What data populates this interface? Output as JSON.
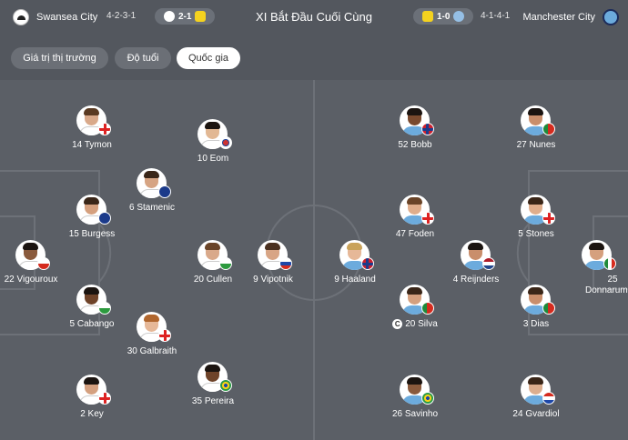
{
  "header": {
    "title": "XI Bắt Đầu Cuối Cùng",
    "home": {
      "name": "Swansea City",
      "formation": "4-2-3-1",
      "last_result": "2-1"
    },
    "away": {
      "name": "Manchester City",
      "formation": "4-1-4-1",
      "last_result": "1-0"
    }
  },
  "tabs": [
    "Giá trị thị trường",
    "Độ tuổi",
    "Quốc gia"
  ],
  "active_tab": "Quốc gia",
  "home_players": [
    {
      "label": "14 Tymon",
      "flag": "england",
      "skin": "#d9a98a",
      "hair": "#5a3a22"
    },
    {
      "label": "10 Eom",
      "flag": "korea",
      "skin": "#e2b894",
      "hair": "#1b1410"
    },
    {
      "label": "6 Stamenic",
      "flag": "new-zealand",
      "skin": "#d6a483",
      "hair": "#3a2618"
    },
    {
      "label": "15 Burgess",
      "flag": "australia",
      "skin": "#d5a07e",
      "hair": "#3a2618"
    },
    {
      "label": "22 Vigouroux",
      "flag": "chile",
      "skin": "#8a5a3c",
      "hair": "#1b1410"
    },
    {
      "label": "20 Cullen",
      "flag": "wales",
      "skin": "#d9a98a",
      "hair": "#6a4428"
    },
    {
      "label": "9 Vipotnik",
      "flag": "slovenia",
      "skin": "#d8a585",
      "hair": "#4a3020"
    },
    {
      "label": "5 Cabango",
      "flag": "wales",
      "skin": "#6e4329",
      "hair": "#1b1410"
    },
    {
      "label": "30 Galbraith",
      "flag": "northern-ireland",
      "skin": "#e6b898",
      "hair": "#b0662e"
    },
    {
      "label": "2 Key",
      "flag": "england",
      "skin": "#d4a07f",
      "hair": "#1b1410"
    },
    {
      "label": "35 Pereira",
      "flag": "brazil",
      "skin": "#6e4329",
      "hair": "#1b1410"
    }
  ],
  "away_players": [
    {
      "label": "52 Bobb",
      "flag": "norway",
      "skin": "#7a4a2e",
      "hair": "#1b1410",
      "captain": false
    },
    {
      "label": "27 Nunes",
      "flag": "portugal",
      "skin": "#c98e6b",
      "hair": "#1b1410",
      "captain": false
    },
    {
      "label": "47 Foden",
      "flag": "england",
      "skin": "#e0ae8c",
      "hair": "#6a4428",
      "captain": false
    },
    {
      "label": "5 Stones",
      "flag": "england",
      "skin": "#e0ae8c",
      "hair": "#3a2618",
      "captain": false
    },
    {
      "label": "25 Donnarumma",
      "flag": "italy",
      "skin": "#d5a07e",
      "hair": "#1b1410",
      "captain": false
    },
    {
      "label": "9 Haaland",
      "flag": "norway",
      "skin": "#e6b898",
      "hair": "#c9a25a",
      "captain": false
    },
    {
      "label": "4 Reijnders",
      "flag": "netherlands",
      "skin": "#c98e6b",
      "hair": "#1b1410",
      "captain": false
    },
    {
      "label": "20 Silva",
      "flag": "portugal",
      "skin": "#d5a07e",
      "hair": "#3a2618",
      "captain": true
    },
    {
      "label": "3 Dias",
      "flag": "portugal",
      "skin": "#c98e6b",
      "hair": "#3a2618",
      "captain": false
    },
    {
      "label": "26 Savinho",
      "flag": "brazil",
      "skin": "#8a5a3c",
      "hair": "#1b1410",
      "captain": false
    },
    {
      "label": "24 Gvardiol",
      "flag": "croatia",
      "skin": "#dcae8e",
      "hair": "#3a2618",
      "captain": false
    }
  ],
  "captain_mark": "C",
  "colors": {
    "pitch": "#5b5f66",
    "header": "#53575e",
    "lines": "#6d7178",
    "home_shirt": "#ffffff",
    "away_shirt": "#6cabdd",
    "norwich_crest": "#f4d21f",
    "villa_crest": "#95bfe5"
  }
}
